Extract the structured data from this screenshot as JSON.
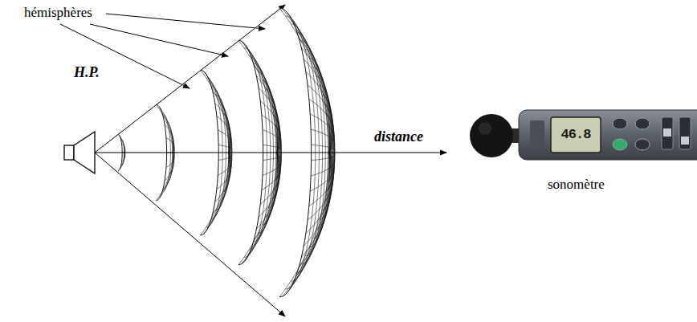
{
  "diagram": {
    "labels": [
      "hémisphères",
      "H.P.",
      "distance",
      "sonomètre",
      "46.8"
    ]
  }
}
